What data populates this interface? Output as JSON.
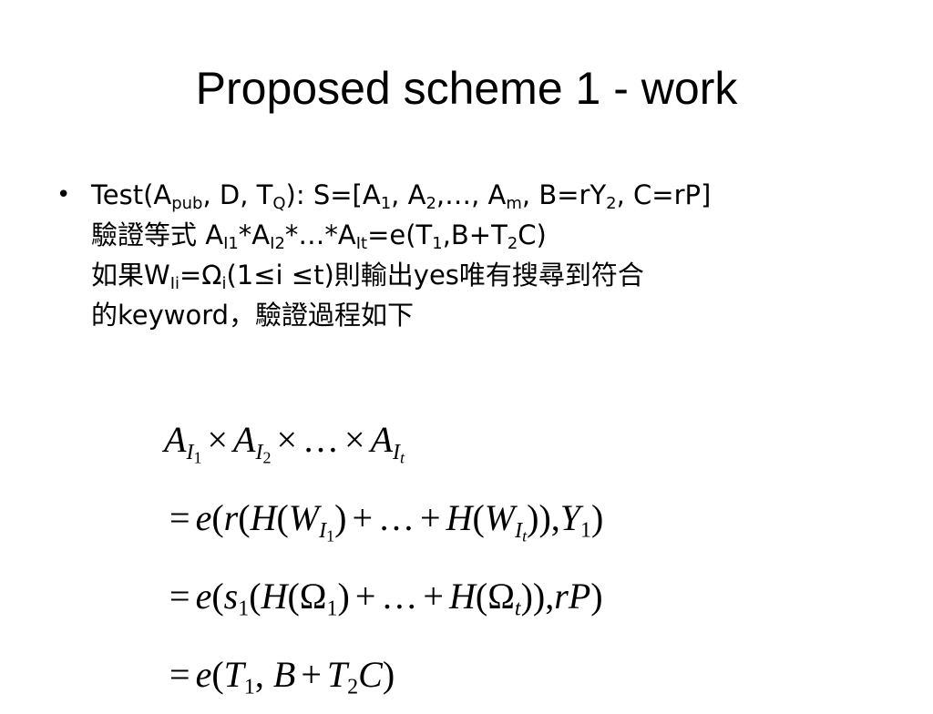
{
  "slide": {
    "title": "Proposed scheme 1 - work"
  },
  "bullet": {
    "symbol": "•",
    "line1": {
      "t1": "Test(A",
      "s1": "pub",
      "t2": ", D, T",
      "s2": "Q",
      "t3": "): S=[A",
      "s3": "1",
      "t4": ", A",
      "s4": "2",
      "t5": ",…, A",
      "s5": "m",
      "t6": ", B=rY",
      "s6": "2",
      "t7": ", C=rP]"
    },
    "line2": {
      "t1": "驗證等式 A",
      "s1": "I1",
      "t2": "*A",
      "s2": "I2",
      "t3": "*…*A",
      "s3": "It",
      "t4": "=e(T",
      "s4": "1",
      "t5": ",B+T",
      "s5": "2",
      "t6": "C)"
    },
    "line3": {
      "t1": "如果W",
      "s1": "Ii",
      "t2": "=Ω",
      "s2": "i",
      "t3": "(1≤i ≤t)則輸出yes唯有搜尋到符合"
    },
    "line4": {
      "t1": "的keyword，驗證過程如下"
    }
  },
  "math": {
    "row1": {
      "a": "A",
      "sub_I": "I",
      "n1": "1",
      "times": "×",
      "n2": "2",
      "dots": "…",
      "t": "t"
    },
    "row2": {
      "eq": "=",
      "e": "e",
      "lp": "(",
      "r": "r",
      "H": "H",
      "W": "W",
      "sub_I": "I",
      "n1": "1",
      "t": "t",
      "plus": "+",
      "dots": "…",
      "close": ")),",
      "Y": "Y",
      "end": ")"
    },
    "row3": {
      "eq": "=",
      "e": "e",
      "lp": "(",
      "s": "s",
      "n1": "1",
      "H": "H",
      "omega": "Ω",
      "t": "t",
      "plus": "+",
      "dots": "…",
      "close": ")),",
      "r": "r",
      "P": "P",
      "end": ")"
    },
    "row4": {
      "eq": "=",
      "e": "e",
      "lp": "(",
      "T": "T",
      "n1": "1",
      "comma": ",",
      "B": "B",
      "plus": "+",
      "n2": "2",
      "C": "C",
      "end": ")"
    }
  }
}
